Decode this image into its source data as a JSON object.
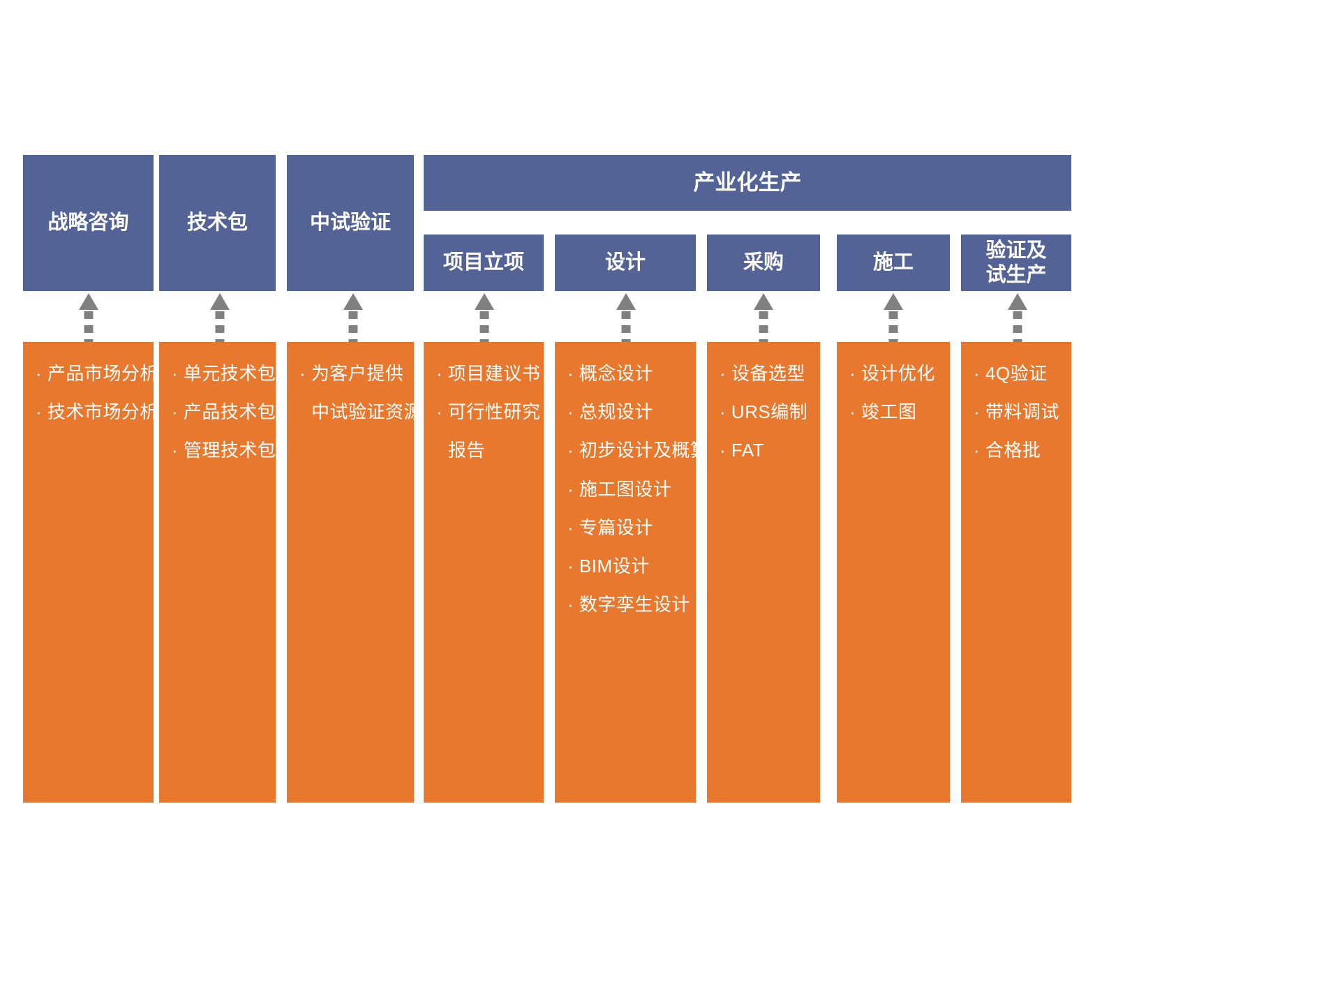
{
  "diagram": {
    "title": "产业化生产",
    "colors": {
      "header_blue": "#546395",
      "content_orange": "#E8782D",
      "arrow_gray": "#808080",
      "text_white": "#FFFFFF"
    },
    "main_group": {
      "label": "产业化生产"
    },
    "stages": [
      {
        "id": "strategy-consulting",
        "header": "战略咨询",
        "tier": 1,
        "items": [
          {
            "text": "· 产品市场分析",
            "continuation": false
          },
          {
            "text": "· 技术市场分析",
            "continuation": false
          }
        ]
      },
      {
        "id": "technology-package",
        "header": "技术包",
        "tier": 1,
        "items": [
          {
            "text": "· 单元技术包",
            "continuation": false
          },
          {
            "text": "· 产品技术包",
            "continuation": false
          },
          {
            "text": "· 管理技术包",
            "continuation": false
          }
        ]
      },
      {
        "id": "pilot-validation",
        "header": "中试验证",
        "tier": 1,
        "items": [
          {
            "text": "· 为客户提供",
            "continuation": false
          },
          {
            "text": "中试验证资源",
            "continuation": true
          }
        ]
      },
      {
        "id": "project-initiation",
        "header": "项目立项",
        "tier": 2,
        "items": [
          {
            "text": "· 项目建议书",
            "continuation": false
          },
          {
            "text": "· 可行性研究",
            "continuation": false
          },
          {
            "text": "报告",
            "continuation": true
          }
        ]
      },
      {
        "id": "design",
        "header": "设计",
        "tier": 2,
        "items": [
          {
            "text": "· 概念设计",
            "continuation": false
          },
          {
            "text": "· 总规设计",
            "continuation": false
          },
          {
            "text": "· 初步设计及概算",
            "continuation": false
          },
          {
            "text": "· 施工图设计",
            "continuation": false
          },
          {
            "text": "· 专篇设计",
            "continuation": false
          },
          {
            "text": "· BIM设计",
            "continuation": false
          },
          {
            "text": "· 数字孪生设计",
            "continuation": false
          }
        ]
      },
      {
        "id": "procurement",
        "header": "采购",
        "tier": 2,
        "items": [
          {
            "text": "· 设备选型",
            "continuation": false
          },
          {
            "text": "· URS编制",
            "continuation": false
          },
          {
            "text": "· FAT",
            "continuation": false
          }
        ]
      },
      {
        "id": "construction",
        "header": "施工",
        "tier": 2,
        "items": [
          {
            "text": "· 设计优化",
            "continuation": false
          },
          {
            "text": "· 竣工图",
            "continuation": false
          }
        ]
      },
      {
        "id": "validation-trial-production",
        "header": "验证及\n试生产",
        "header_line1": "验证及",
        "header_line2": "试生产",
        "tier": 2,
        "items": [
          {
            "text": "· 4Q验证",
            "continuation": false
          },
          {
            "text": "· 带料调试",
            "continuation": false
          },
          {
            "text": "· 合格批",
            "continuation": false
          }
        ]
      }
    ]
  }
}
